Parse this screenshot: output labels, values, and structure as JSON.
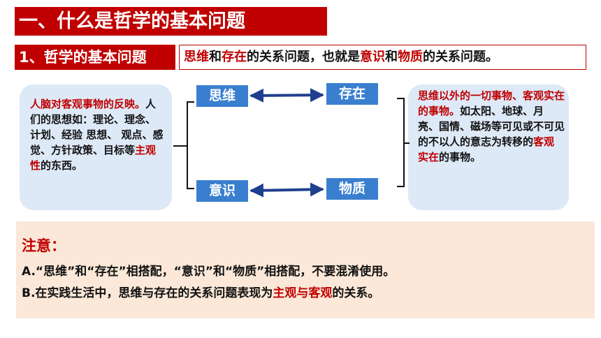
{
  "header": {
    "title": "一、什么是哲学的基本问题"
  },
  "subheader": {
    "label": "1、哲学的基本问题",
    "statement": {
      "t1": "思维",
      "t2": "和",
      "t3": "存在",
      "t4": "的关系问题，也就是",
      "t5": "意识",
      "t6": "和",
      "t7": "物质",
      "t8": "的关系问题。"
    }
  },
  "concepts": {
    "thinking": "思维",
    "existence": "存在",
    "consciousness": "意识",
    "matter": "物质"
  },
  "left_panel": {
    "line1": "人脑对客观事物的反映。",
    "body": "人们的思想如：理论、理念、计划、经验 思想、 观点、感觉、方针政策、目标等",
    "highlight": "主观性",
    "tail": "的东西。"
  },
  "right_panel": {
    "red1": "思维以外的一切事物、客观实在的事物。",
    "body": "如太阳、地球、月亮、国情、磁场等可见或不可见的不以人的意志为转移的",
    "highlight": "客观实在",
    "tail": "的事物。"
  },
  "note": {
    "title": "注意：",
    "a": "A.“思维”和“存在”相搭配，“意识”和“物质”相搭配，不要混淆使用。",
    "b_pre": "B.在实践生活中，思维与存在的关系问题表现为",
    "b_hl": "主观与客观",
    "b_post": "的关系。"
  },
  "colors": {
    "accent_red": "#c00000",
    "concept_blue": "#3a7fcf",
    "panel_blue": "#dde9f7",
    "note_bg": "#fbe8d8"
  }
}
